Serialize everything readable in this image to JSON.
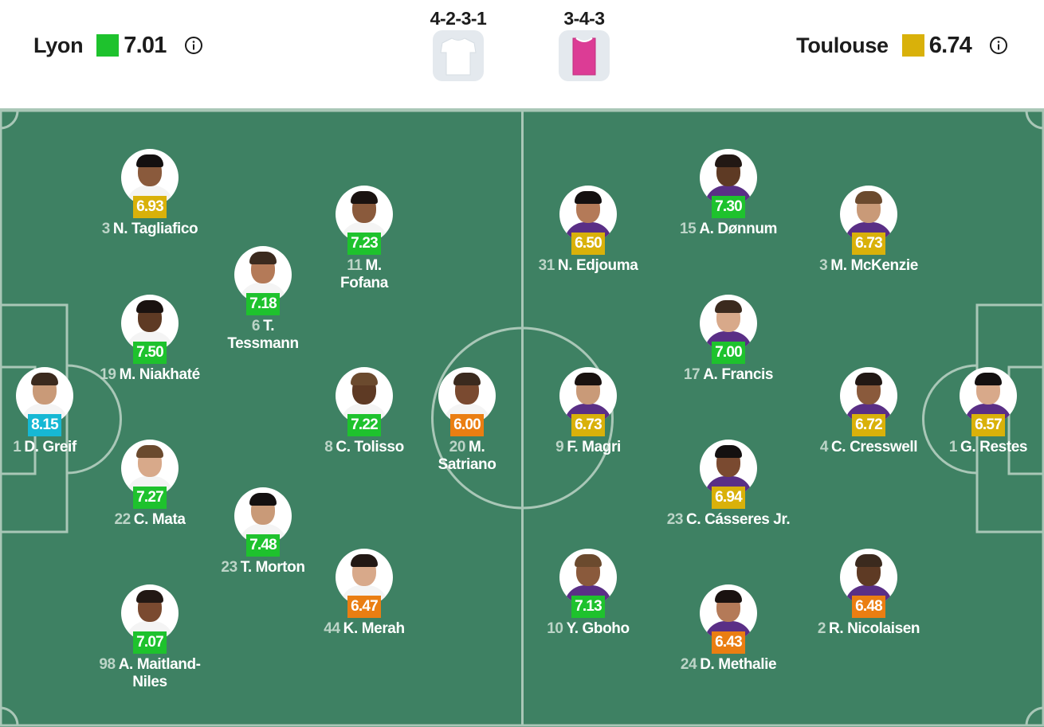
{
  "colors": {
    "pitch": "#3e8163",
    "pitch_lines": "#a9c7b7",
    "rating_excellent": "#16b8d4",
    "rating_good": "#1ec22d",
    "rating_average": "#d9b10a",
    "rating_poor": "#ea7e12"
  },
  "header": {
    "home": {
      "name": "Lyon",
      "rating": "7.01",
      "rating_color": "#1ec22d",
      "info_icon": "info-icon",
      "formation": "4-2-3-1",
      "shirt_color": "#ffffff"
    },
    "away": {
      "name": "Toulouse",
      "rating": "6.74",
      "rating_color": "#d9b10a",
      "info_icon": "info-icon",
      "formation": "3-4-3",
      "shirt_color": "#dc3c95"
    }
  },
  "players": [
    {
      "id": "greif",
      "number": "1",
      "name_lines": [
        "D. Greif"
      ],
      "rating": "8.15",
      "band": "excellent",
      "team": "home"
    },
    {
      "id": "tagliafico",
      "number": "3",
      "name_lines": [
        "N. Tagliafico"
      ],
      "rating": "6.93",
      "band": "average",
      "team": "home"
    },
    {
      "id": "niakhate",
      "number": "19",
      "name_lines": [
        "M. Niakhaté"
      ],
      "rating": "7.50",
      "band": "good",
      "team": "home"
    },
    {
      "id": "mata",
      "number": "22",
      "name_lines": [
        "C. Mata"
      ],
      "rating": "7.27",
      "band": "good",
      "team": "home"
    },
    {
      "id": "maitland",
      "number": "98",
      "name_lines": [
        "A. Maitland-",
        "Niles"
      ],
      "rating": "7.07",
      "band": "good",
      "team": "home"
    },
    {
      "id": "tessmann",
      "number": "6",
      "name_lines": [
        "T.",
        "Tessmann"
      ],
      "rating": "7.18",
      "band": "good",
      "team": "home"
    },
    {
      "id": "morton",
      "number": "23",
      "name_lines": [
        "T. Morton"
      ],
      "rating": "7.48",
      "band": "good",
      "team": "home"
    },
    {
      "id": "fofana",
      "number": "11",
      "name_lines": [
        "M.",
        "Fofana"
      ],
      "rating": "7.23",
      "band": "good",
      "team": "home"
    },
    {
      "id": "tolisso",
      "number": "8",
      "name_lines": [
        "C. Tolisso"
      ],
      "rating": "7.22",
      "band": "good",
      "team": "home"
    },
    {
      "id": "merah",
      "number": "44",
      "name_lines": [
        "K. Merah"
      ],
      "rating": "6.47",
      "band": "poor",
      "team": "home"
    },
    {
      "id": "satriano",
      "number": "20",
      "name_lines": [
        "M.",
        "Satriano"
      ],
      "rating": "6.00",
      "band": "poor",
      "team": "home"
    },
    {
      "id": "edjouma",
      "number": "31",
      "name_lines": [
        "N. Edjouma"
      ],
      "rating": "6.50",
      "band": "average",
      "team": "away"
    },
    {
      "id": "magri",
      "number": "9",
      "name_lines": [
        "F. Magri"
      ],
      "rating": "6.73",
      "band": "average",
      "team": "away"
    },
    {
      "id": "gboho",
      "number": "10",
      "name_lines": [
        "Y. Gboho"
      ],
      "rating": "7.13",
      "band": "good",
      "team": "away"
    },
    {
      "id": "donnum",
      "number": "15",
      "name_lines": [
        "A. Dønnum"
      ],
      "rating": "7.30",
      "band": "good",
      "team": "away"
    },
    {
      "id": "francis",
      "number": "17",
      "name_lines": [
        "A. Francis"
      ],
      "rating": "7.00",
      "band": "good",
      "team": "away"
    },
    {
      "id": "casseres",
      "number": "23",
      "name_lines": [
        "C. Cásseres Jr."
      ],
      "rating": "6.94",
      "band": "average",
      "team": "away"
    },
    {
      "id": "methalie",
      "number": "24",
      "name_lines": [
        "D. Methalie"
      ],
      "rating": "6.43",
      "band": "poor",
      "team": "away"
    },
    {
      "id": "mckenzie",
      "number": "3",
      "name_lines": [
        "M. McKenzie"
      ],
      "rating": "6.73",
      "band": "average",
      "team": "away"
    },
    {
      "id": "cresswell",
      "number": "4",
      "name_lines": [
        "C. Cresswell"
      ],
      "rating": "6.72",
      "band": "average",
      "team": "away"
    },
    {
      "id": "nicolaisen",
      "number": "2",
      "name_lines": [
        "R. Nicolaisen"
      ],
      "rating": "6.48",
      "band": "poor",
      "team": "away"
    },
    {
      "id": "restes",
      "number": "1",
      "name_lines": [
        "G. Restes"
      ],
      "rating": "6.57",
      "band": "average",
      "team": "away"
    }
  ]
}
